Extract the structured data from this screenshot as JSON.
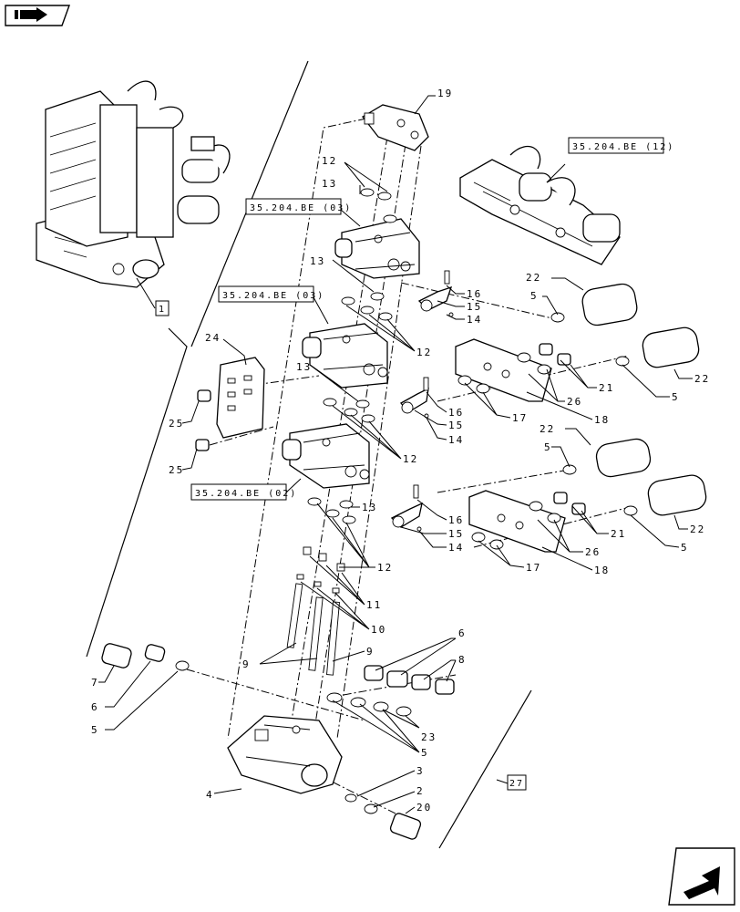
{
  "nav": {
    "top_icon": "arrow-right-icon",
    "bottom_icon": "arrow-down-left-icon"
  },
  "refs": {
    "r1": "35.204.BE (12)",
    "r2": "35.204.BE (03)",
    "r3": "35.204.BE (03)",
    "r4": "35.204.BE (02)",
    "box1": "1",
    "box27": "27"
  },
  "callouts": [
    "19",
    "12",
    "13",
    "13",
    "16",
    "15",
    "14",
    "12",
    "13",
    "16",
    "15",
    "14",
    "12",
    "13",
    "16",
    "15",
    "14",
    "12",
    "11",
    "10",
    "9",
    "9",
    "22",
    "5",
    "21",
    "26",
    "18",
    "17",
    "22",
    "5",
    "22",
    "5",
    "21",
    "26",
    "18",
    "17",
    "22",
    "5",
    "24",
    "25",
    "25",
    "7",
    "6",
    "5",
    "6",
    "8",
    "23",
    "5",
    "4",
    "3",
    "2",
    "20"
  ]
}
